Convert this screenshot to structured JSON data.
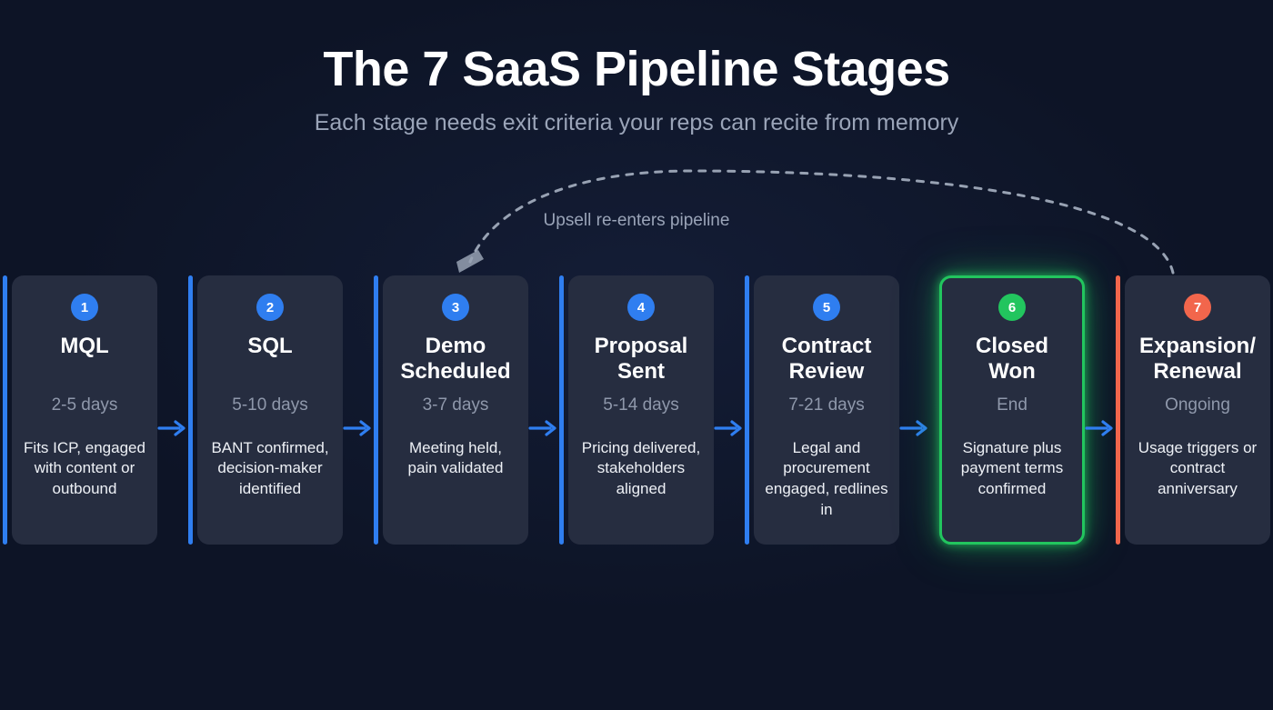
{
  "header": {
    "title": "The 7 SaaS Pipeline Stages",
    "subtitle": "Each stage needs exit criteria your reps can recite from memory"
  },
  "loop": {
    "label": "Upsell re-enters pipeline",
    "line_color": "#98a2b3",
    "style": "dashed",
    "from_stage": 7,
    "to_stage": 3
  },
  "colors": {
    "background": "#0d1426",
    "card": "#262d40",
    "accent_blue": "#2f7ef0",
    "accent_green": "#22c55e",
    "accent_orange": "#f2664c",
    "muted_text": "#8f98ab",
    "arrow": "#2f7ef0"
  },
  "connector_icon": "arrow-right-icon",
  "stages": [
    {
      "number": "1",
      "title": "MQL",
      "duration": "2-5 days",
      "criteria": "Fits ICP, engaged with content or outbound",
      "accent": "#2f7ef0",
      "badge_color": "#2f7ef0",
      "highlight": false
    },
    {
      "number": "2",
      "title": "SQL",
      "duration": "5-10 days",
      "criteria": "BANT confirmed, decision-maker identified",
      "accent": "#2f7ef0",
      "badge_color": "#2f7ef0",
      "highlight": false
    },
    {
      "number": "3",
      "title": "Demo Scheduled",
      "duration": "3-7 days",
      "criteria": "Meeting held, pain validated",
      "accent": "#2f7ef0",
      "badge_color": "#2f7ef0",
      "highlight": false
    },
    {
      "number": "4",
      "title": "Proposal Sent",
      "duration": "5-14 days",
      "criteria": "Pricing delivered, stakeholders aligned",
      "accent": "#2f7ef0",
      "badge_color": "#2f7ef0",
      "highlight": false
    },
    {
      "number": "5",
      "title": "Contract Review",
      "duration": "7-21 days",
      "criteria": "Legal and procurement engaged, redlines in",
      "accent": "#2f7ef0",
      "badge_color": "#2f7ef0",
      "highlight": false
    },
    {
      "number": "6",
      "title": "Closed Won",
      "duration": "End",
      "criteria": "Signature plus payment terms confirmed",
      "accent": "#22c55e",
      "badge_color": "#22c55e",
      "highlight": true
    },
    {
      "number": "7",
      "title": "Expansion/ Renewal",
      "duration": "Ongoing",
      "criteria": "Usage triggers or contract anniversary",
      "accent": "#f2664c",
      "badge_color": "#f2664c",
      "highlight": false
    }
  ]
}
